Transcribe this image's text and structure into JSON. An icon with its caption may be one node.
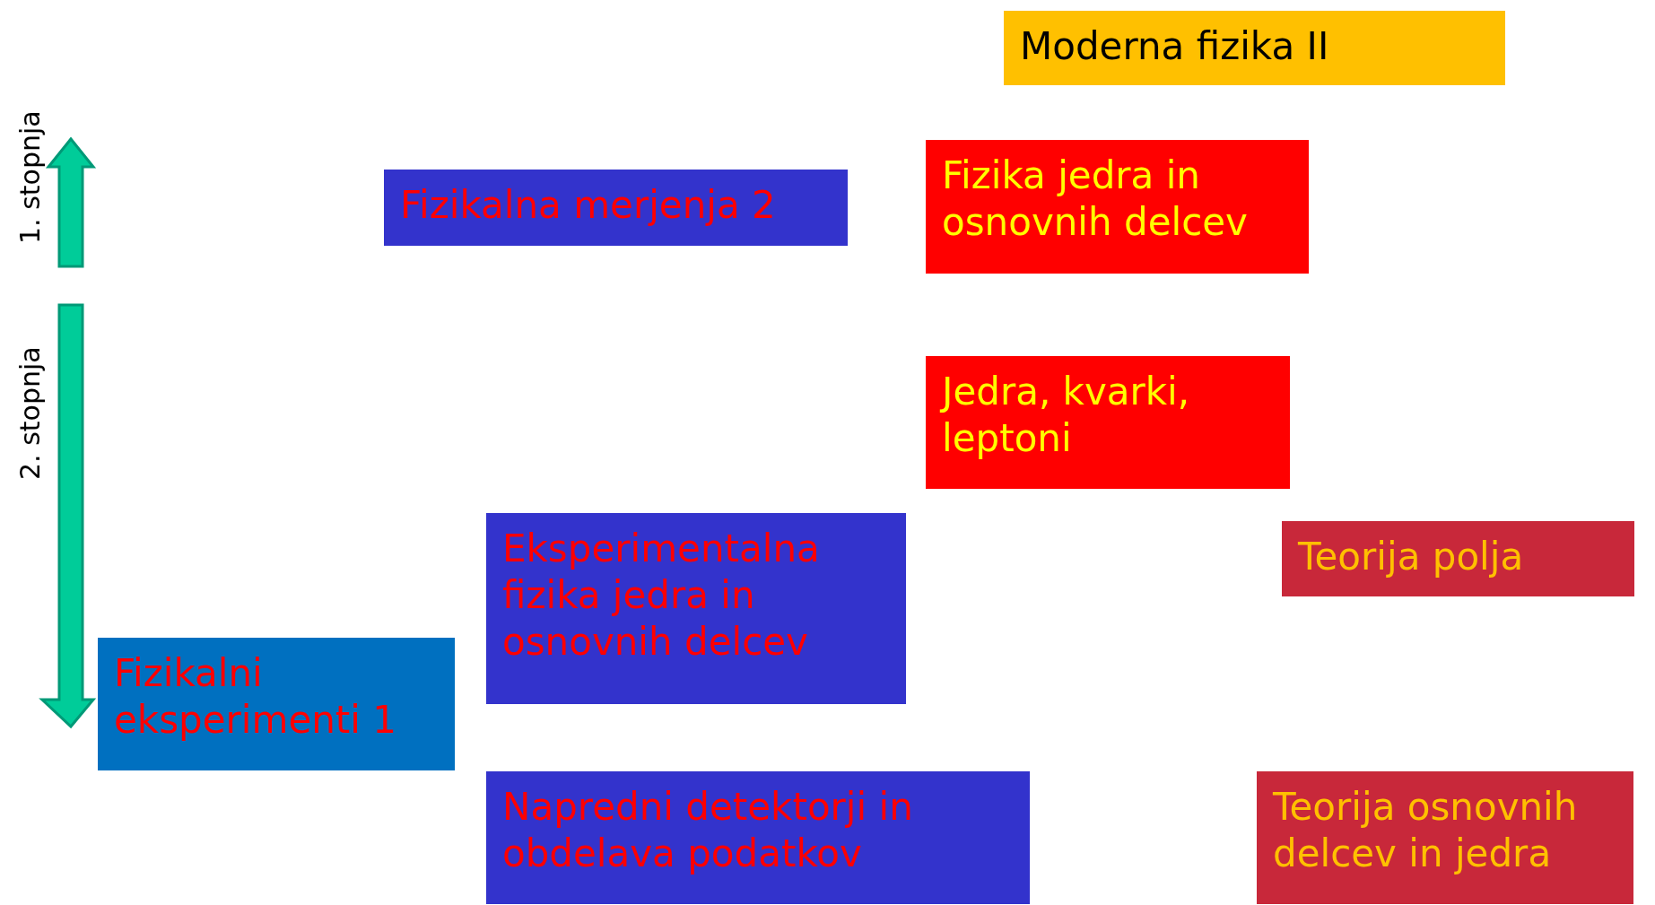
{
  "diagram": {
    "nodes": [
      {
        "text": [
          "Moderna fizika II"
        ]
      },
      {
        "text": [
          "Fizikalna merjenja 2"
        ]
      },
      {
        "text": [
          "Fizika jedra in osnovnih delcev"
        ]
      },
      {
        "text": [
          "Jedra, kvarki, leptoni"
        ]
      },
      {
        "text": [
          "Eksperimentalna fizika jedra in osnovnih delcev"
        ]
      },
      {
        "text": [
          "Teorija polja"
        ]
      },
      {
        "text": [
          "Fizikalni eksperimenti 1"
        ]
      },
      {
        "text": [
          "Napredni detektorji in obdelava podatkov"
        ]
      },
      {
        "text": [
          "Teorija osnovnih delcev in jedra"
        ]
      }
    ],
    "labels": [
      "1. stopnja",
      "2. stopnja"
    ]
  }
}
